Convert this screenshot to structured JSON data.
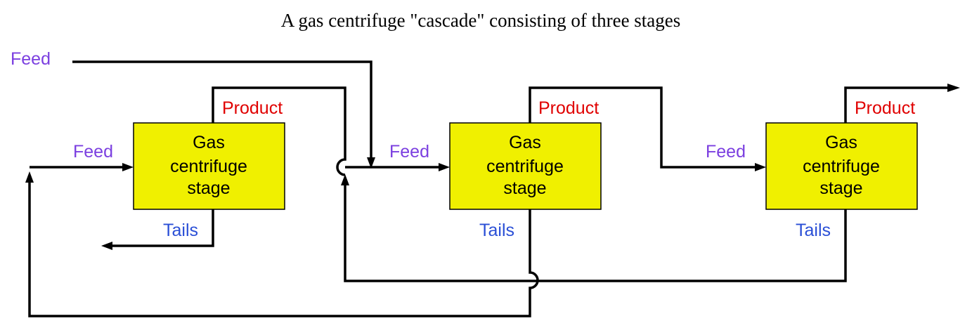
{
  "title": "A gas centrifuge \"cascade\" consisting of three stages",
  "colors": {
    "feed": "#7b3fe0",
    "product": "#e00000",
    "tails": "#2a4fd6",
    "stage_fill": "#f0f000",
    "line": "#000000"
  },
  "external_feed_label": "Feed",
  "stages": [
    {
      "line1": "Gas",
      "line2": "centrifuge",
      "line3": "stage",
      "feed": "Feed",
      "product": "Product",
      "tails": "Tails"
    },
    {
      "line1": "Gas",
      "line2": "centrifuge",
      "line3": "stage",
      "feed": "Feed",
      "product": "Product",
      "tails": "Tails"
    },
    {
      "line1": "Gas",
      "line2": "centrifuge",
      "line3": "stage",
      "feed": "Feed",
      "product": "Product",
      "tails": "Tails"
    }
  ]
}
